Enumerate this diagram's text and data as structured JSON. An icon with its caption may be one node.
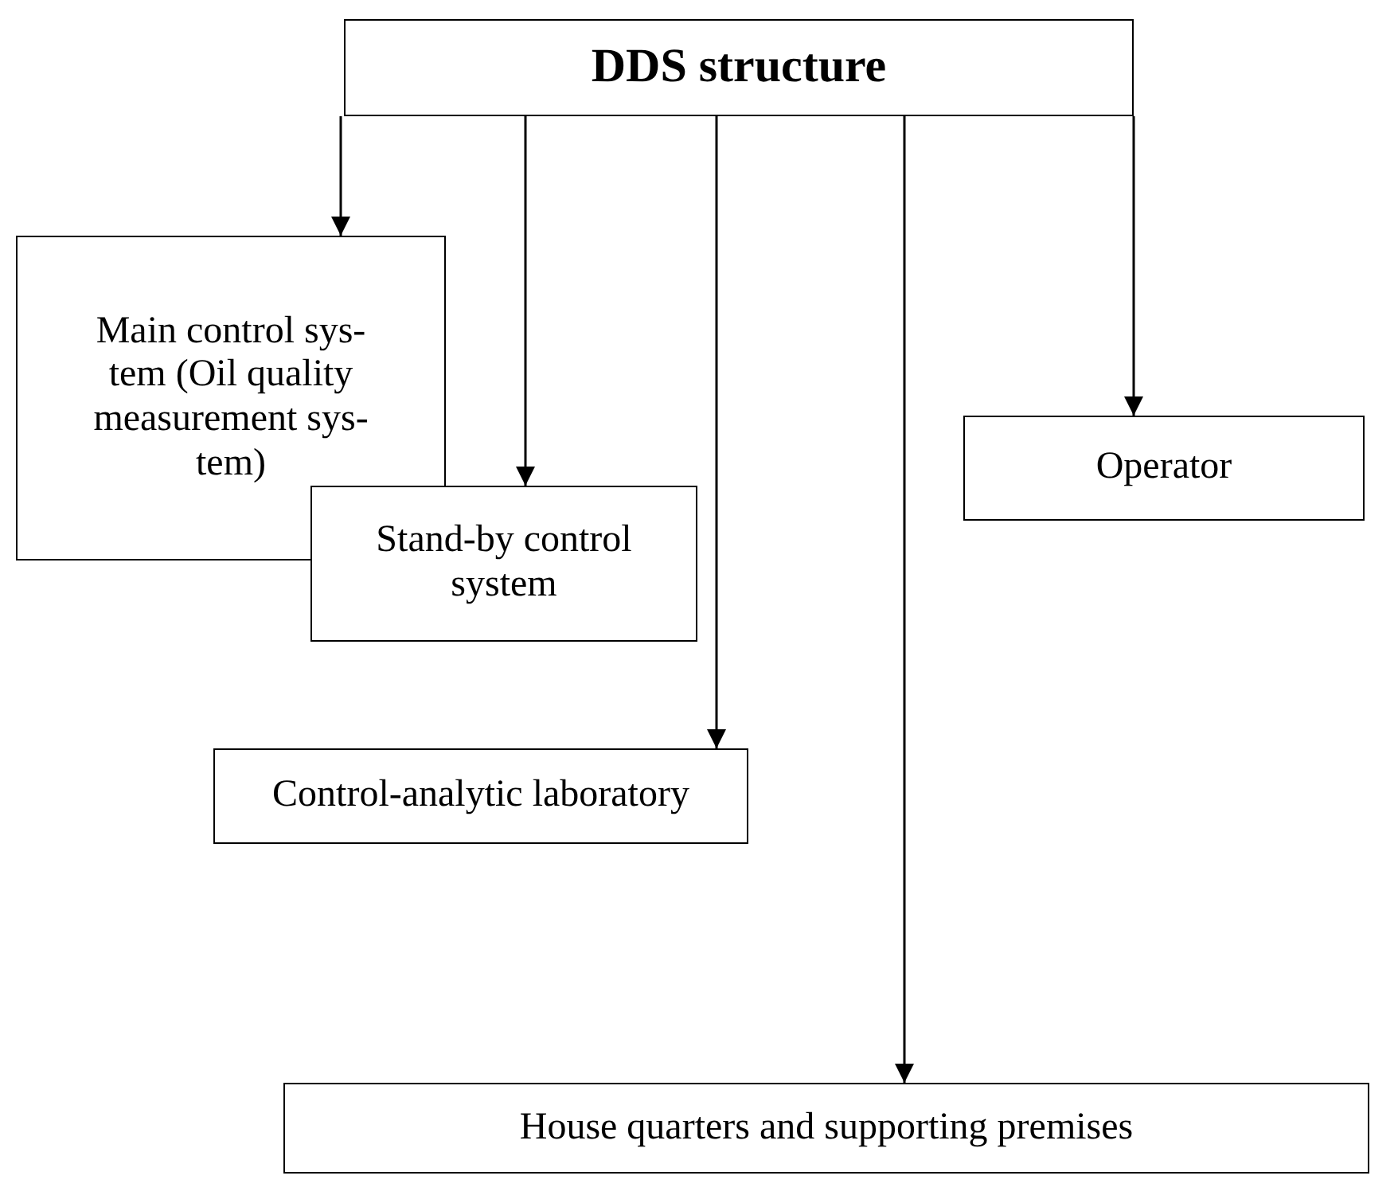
{
  "diagram": {
    "nodes": [
      {
        "text": [
          "DDS structure"
        ]
      },
      {
        "text": [
          "Main control sys-tem (Oil quality measurement sys-tem)"
        ]
      },
      {
        "text": [
          "Stand-by control system"
        ]
      },
      {
        "text": [
          "Operator"
        ]
      },
      {
        "text": [
          "Control-analytic laboratory"
        ]
      },
      {
        "text": [
          "House quarters and supporting premises"
        ]
      }
    ],
    "edges": [
      {
        "from": 0,
        "to": 1,
        "arrow": "to"
      },
      {
        "from": 0,
        "to": 2,
        "arrow": "to"
      },
      {
        "from": 0,
        "to": 4,
        "arrow": "to"
      },
      {
        "from": 0,
        "to": 5,
        "arrow": "to"
      },
      {
        "from": 0,
        "to": 3,
        "arrow": "to"
      }
    ]
  }
}
